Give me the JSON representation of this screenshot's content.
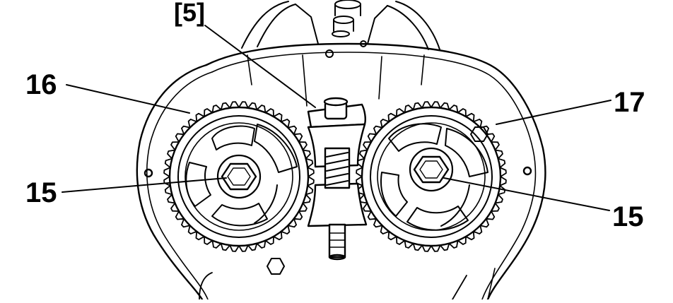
{
  "callouts": {
    "tool": "[5]",
    "left_sprocket": "16",
    "right_sprocket": "17",
    "left_bolt": "15",
    "right_bolt": "15"
  },
  "colors": {
    "ink": "#000000",
    "paper": "#ffffff"
  }
}
